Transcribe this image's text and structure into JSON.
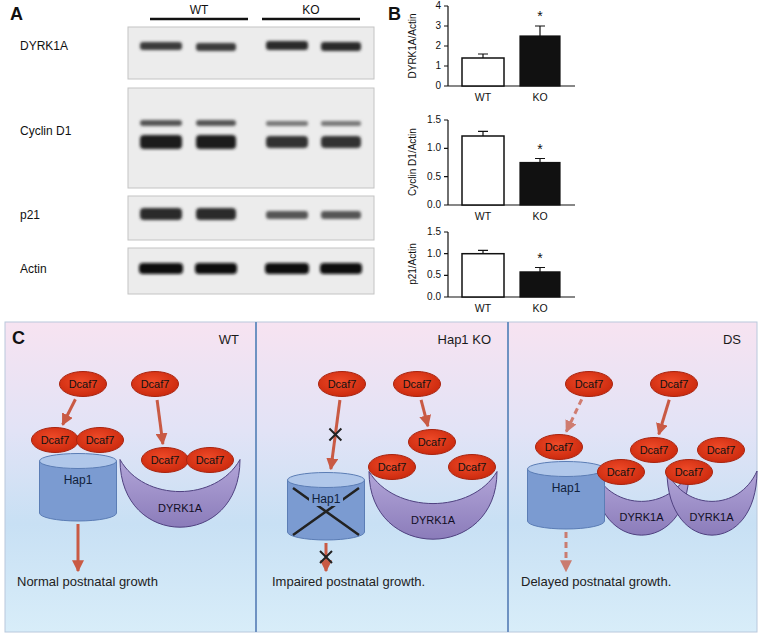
{
  "diagram": {
    "nodes": [
      {
        "text": [
          "WT"
        ]
      },
      {
        "text": [
          "Dcaf7"
        ],
        "in": 0
      },
      {
        "text": [
          "Dcaf7"
        ],
        "in": 0
      },
      {
        "text": [
          "Dcaf7"
        ],
        "in": 0
      },
      {
        "text": [
          "Dcaf7"
        ],
        "in": 0
      },
      {
        "text": [
          "Dcaf7"
        ],
        "in": 0
      },
      {
        "text": [
          "Dcaf7"
        ],
        "in": 0
      },
      {
        "text": [
          "Hap1"
        ],
        "in": 0
      },
      {
        "text": [
          "DYRK1A"
        ],
        "in": 0
      },
      {
        "text": [
          "Normal postnatal growth"
        ],
        "in": 0
      },
      {
        "text": [
          "Hap1 KO"
        ]
      },
      {
        "text": [
          "Dcaf7"
        ],
        "in": 10
      },
      {
        "text": [
          "Dcaf7"
        ],
        "in": 10
      },
      {
        "text": [
          "Dcaf7"
        ],
        "in": 10
      },
      {
        "text": [
          "Dcaf7"
        ],
        "in": 10
      },
      {
        "text": [
          "Dcaf7"
        ],
        "in": 10
      },
      {
        "text": [
          "Hap1"
        ],
        "in": 10
      },
      {
        "text": [
          "DYRK1A"
        ],
        "in": 10
      },
      {
        "text": [
          "Impaired postnatal growth."
        ],
        "in": 10
      },
      {
        "text": [
          "DS"
        ]
      },
      {
        "text": [
          "Dcaf7"
        ],
        "in": 19
      },
      {
        "text": [
          "Dcaf7"
        ],
        "in": 19
      },
      {
        "text": [
          "Dcaf7"
        ],
        "in": 19
      },
      {
        "text": [
          "Hap1"
        ],
        "in": 19
      },
      {
        "text": [
          "Dcaf7"
        ],
        "in": 19
      },
      {
        "text": [
          "Dcaf7"
        ],
        "in": 19
      },
      {
        "text": [
          "Dcaf7"
        ],
        "in": 19
      },
      {
        "text": [
          "Dcaf7"
        ],
        "in": 19
      },
      {
        "text": [
          "DYRK1A"
        ],
        "in": 19
      },
      {
        "text": [
          "DYRK1A"
        ],
        "in": 19
      },
      {
        "text": [
          "Delayed postnatal growth."
        ],
        "in": 19
      }
    ],
    "edges": [
      {
        "from": 1,
        "to": 3,
        "arrow": "to"
      },
      {
        "from": 2,
        "to": 5,
        "arrow": "to"
      },
      {
        "from": 7,
        "to": 9,
        "arrow": "to"
      },
      {
        "from": 11,
        "to": 16,
        "arrow": "to"
      },
      {
        "from": 12,
        "to": 13,
        "arrow": "to"
      },
      {
        "from": 16,
        "to": 18,
        "arrow": "to"
      },
      {
        "from": 20,
        "to": 22,
        "arrow": "to"
      },
      {
        "from": 21,
        "to": 24,
        "arrow": "to"
      },
      {
        "from": 23,
        "to": 30,
        "arrow": "to"
      }
    ],
    "labels": [
      "A",
      "WT",
      "KO",
      "DYRK1A",
      "Cyclin D1",
      "p21",
      "Actin",
      "B",
      "DYRK1A/Actin",
      "4",
      "3",
      "2",
      "1",
      "0",
      "*",
      "WT",
      "KO",
      "Cyclin D1/Actin",
      "1.5",
      "1.0",
      "0.5",
      "0.0",
      "*",
      "WT",
      "KO",
      "p21/Actin",
      "1.5",
      "1.0",
      "0.5",
      "0.0",
      "*",
      "WT",
      "KO",
      "C"
    ]
  }
}
